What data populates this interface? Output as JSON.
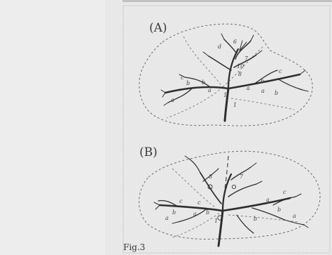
{
  "figure": {
    "caption": "Fig.3",
    "panels": [
      {
        "label": "(A)",
        "segment_labels": [
          "a",
          "b",
          "c",
          "a",
          "b",
          "d",
          "a",
          "b",
          "c",
          "b",
          "a",
          "6",
          "7",
          "8",
          "10",
          "1",
          "1"
        ]
      },
      {
        "label": "(B)",
        "segment_labels": [
          "a",
          "c",
          "b",
          "a",
          "c",
          "b",
          "a",
          "b",
          "c",
          "b",
          "a",
          "7",
          "8",
          "1"
        ]
      }
    ]
  },
  "colors": {
    "paper": "#ececec",
    "vessel": "#2e2e2e",
    "outline": "#6b6b6b"
  }
}
